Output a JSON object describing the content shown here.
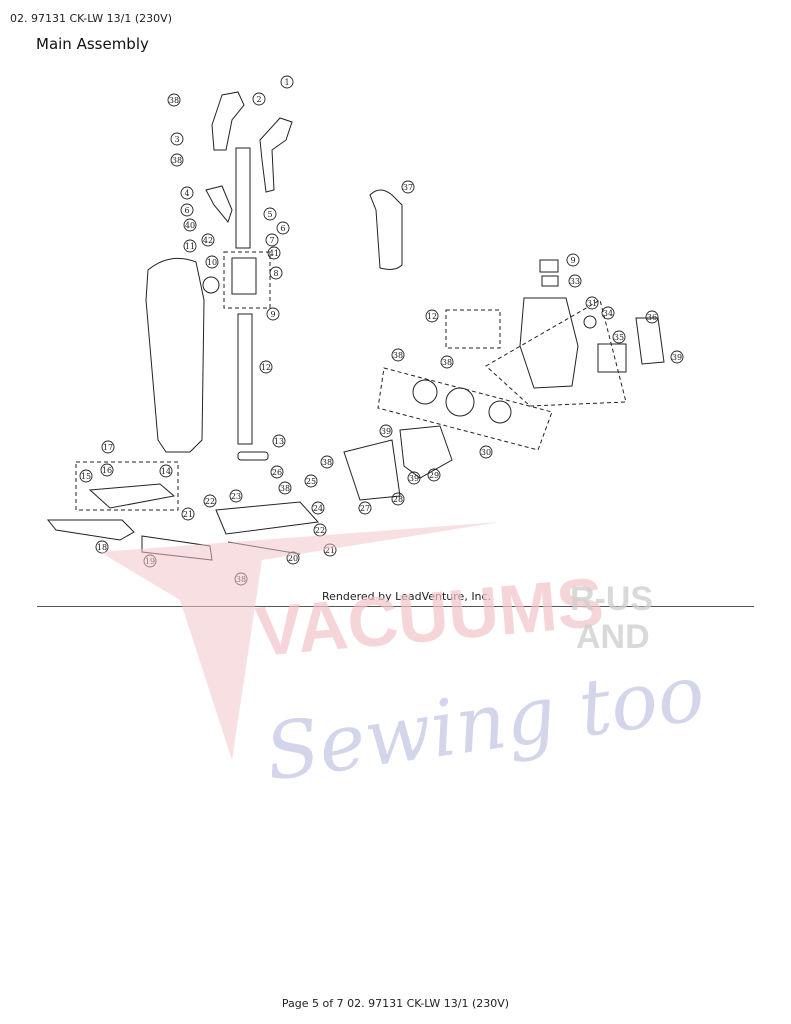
{
  "header": {
    "document_ref": "02. 97131 CK-LW 13/1 (230V)"
  },
  "section_title": "Main Assembly",
  "render_credit": "Rendered by LeadVenture, Inc.",
  "footer": {
    "page_text": "Page 5 of 7 02. 97131 CK-LW 13/1 (230V)"
  },
  "watermark": {
    "line1": "VACUUMS",
    "line1_tag": "R-US",
    "line1_and": "AND",
    "line2": "Sewing too",
    "colors": {
      "red": "#f2c4c8",
      "gray": "#d0d0d0",
      "blue": "#c9cbe6"
    }
  },
  "callouts": [
    "1",
    "2",
    "3",
    "4",
    "5",
    "6",
    "7",
    "8",
    "9",
    "10",
    "11",
    "12",
    "13",
    "14",
    "15",
    "16",
    "17",
    "18",
    "19",
    "20",
    "21",
    "22",
    "23",
    "24",
    "25",
    "26",
    "27",
    "28",
    "29",
    "30",
    "31",
    "33",
    "34",
    "35",
    "36",
    "37",
    "38",
    "39",
    "40",
    "41",
    "42"
  ]
}
